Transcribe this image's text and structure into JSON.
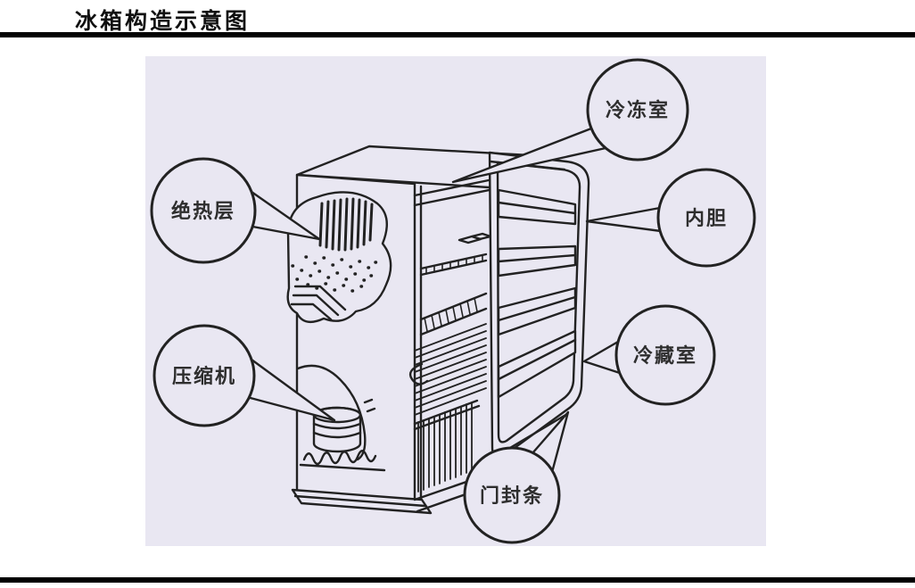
{
  "page": {
    "title": "冰箱构造示意图",
    "background": "#ffffff",
    "rule_color": "#000000"
  },
  "diagram": {
    "description": "Line drawing of a refrigerator with open door, cutaway insulation and compressor",
    "panel_bg": "#e9e7f2",
    "line_color": "#222222",
    "labels": [
      {
        "id": "freezer",
        "text": "冷冻室"
      },
      {
        "id": "inner-liner",
        "text": "内胆"
      },
      {
        "id": "cold-storage",
        "text": "冷藏室"
      },
      {
        "id": "door-seal",
        "text": "门封条"
      },
      {
        "id": "insulation",
        "text": "绝热层"
      },
      {
        "id": "compressor",
        "text": "压缩机"
      }
    ]
  }
}
